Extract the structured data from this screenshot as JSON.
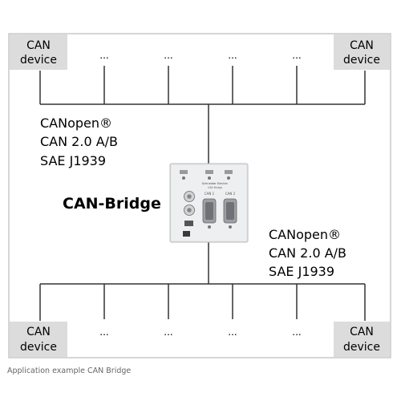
{
  "node": {
    "line1": "CAN",
    "line2": "device"
  },
  "ellipsis": "...",
  "protocols_top": [
    "CANopen®",
    "CAN 2.0 A/B",
    "SAE J1939"
  ],
  "protocols_bottom": [
    "CANopen®",
    "CAN 2.0 A/B",
    "SAE J1939"
  ],
  "bridge_label": "CAN-Bridge",
  "device_panel": {
    "brand": "Schneider Electric",
    "model": "CAN Bridge",
    "port1": "CAN 1",
    "port2": "CAN 2"
  },
  "caption": "Application example CAN Bridge"
}
